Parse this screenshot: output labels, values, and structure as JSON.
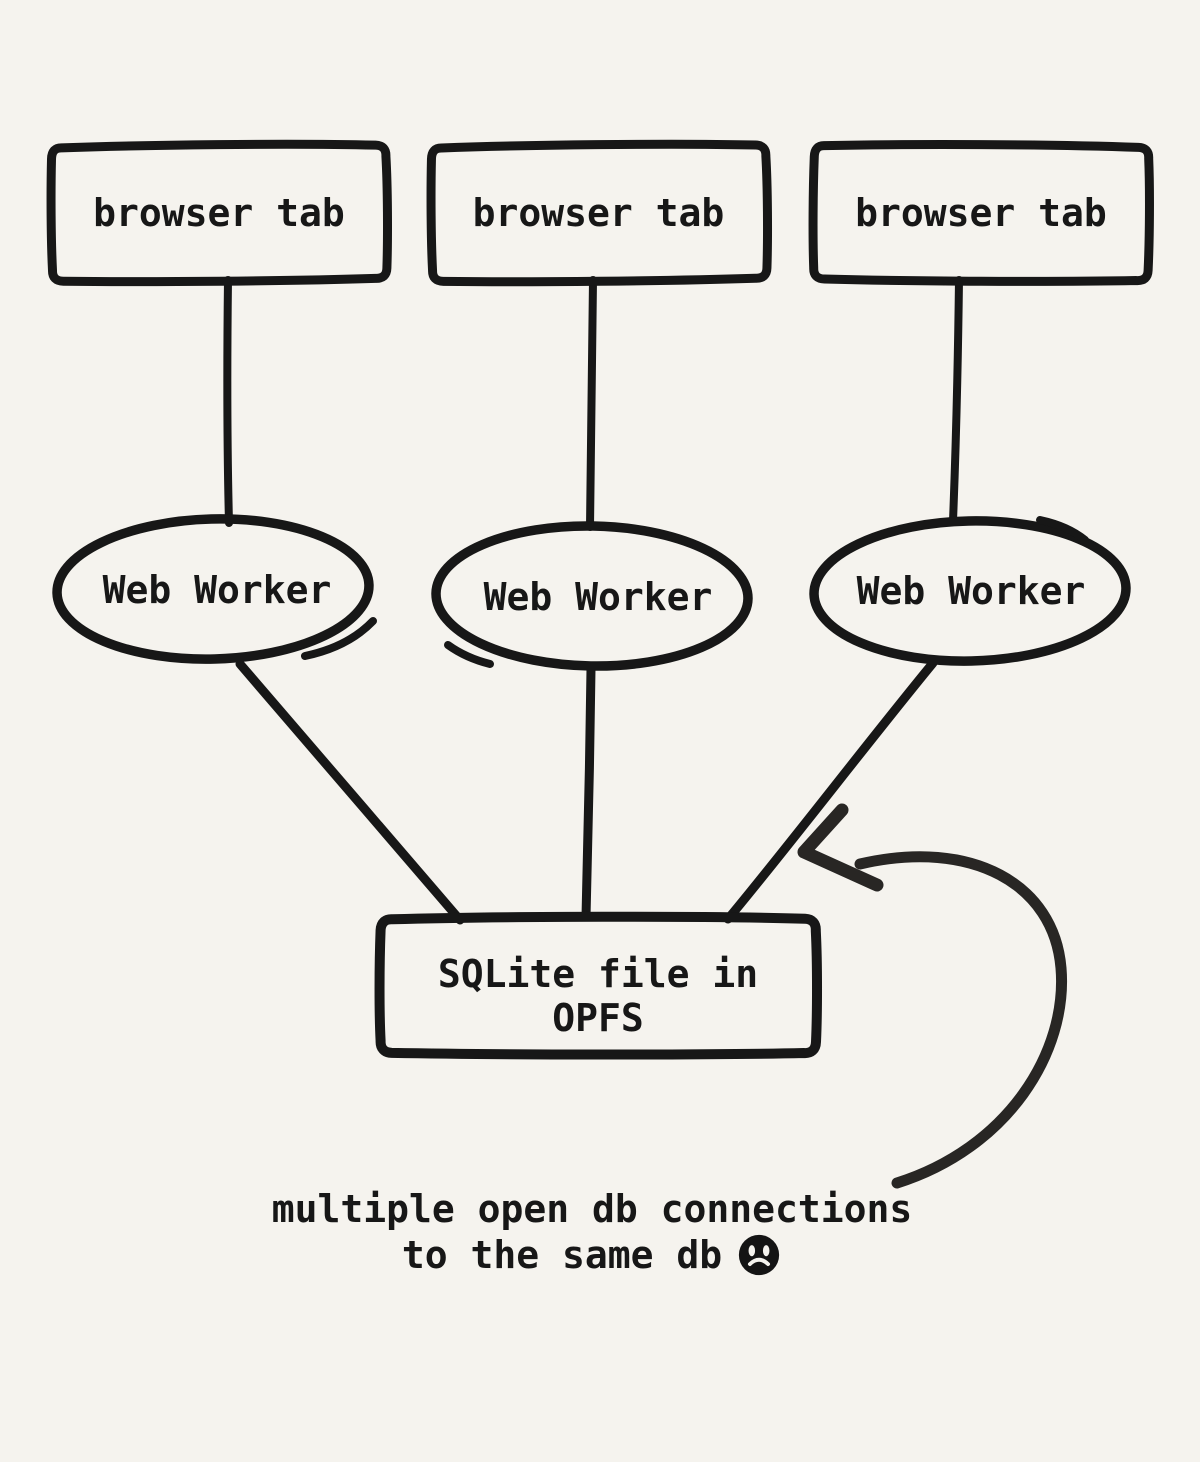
{
  "diagram": {
    "background_color": "#f5f3ee",
    "ink_color": "#171717",
    "browser_tabs": [
      {
        "label": "browser tab"
      },
      {
        "label": "browser tab"
      },
      {
        "label": "browser tab"
      }
    ],
    "web_workers": [
      {
        "label": "Web Worker"
      },
      {
        "label": "Web Worker"
      },
      {
        "label": "Web Worker"
      }
    ],
    "sqlite_node": {
      "label": "SQLite file in OPFS"
    },
    "edges": [
      {
        "from": "browser-tab-1",
        "to": "web-worker-1"
      },
      {
        "from": "browser-tab-2",
        "to": "web-worker-2"
      },
      {
        "from": "browser-tab-3",
        "to": "web-worker-3"
      },
      {
        "from": "web-worker-1",
        "to": "sqlite-file"
      },
      {
        "from": "web-worker-2",
        "to": "sqlite-file"
      },
      {
        "from": "web-worker-3",
        "to": "sqlite-file"
      }
    ],
    "annotation_arrow": {
      "points_at": "edge web-worker-3 to sqlite-file"
    },
    "caption": {
      "line1": "multiple open db connections",
      "line2": "to the same db",
      "emoji": "frowning-face"
    }
  }
}
